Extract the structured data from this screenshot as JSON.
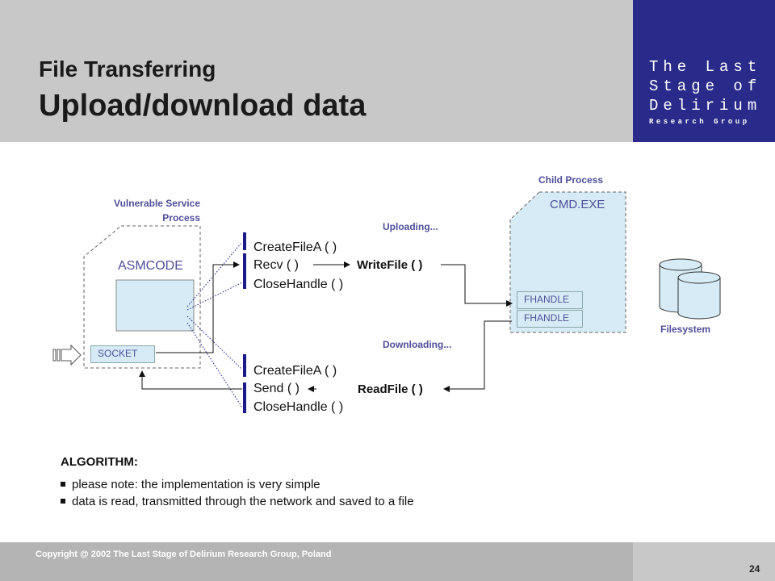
{
  "header": {
    "title_line1": "File Transferring",
    "title_line2": "Upload/download data"
  },
  "brand": {
    "line1": "The Last",
    "line2": "Stage of",
    "line3": "Delirium",
    "sub": "Research Group"
  },
  "diagram": {
    "vulnerable_label_line1": "Vulnerable Service",
    "vulnerable_label_line2": "Process",
    "asmcode": "ASMCODE",
    "socket": "SOCKET",
    "child_label": "Child Process",
    "cmd": "CMD.EXE",
    "fhandle1": "FHANDLE",
    "fhandle2": "FHANDLE",
    "filesystem": "Filesystem",
    "uploading": "Uploading...",
    "downloading": "Downloading...",
    "upload_calls": [
      "CreateFileA ( )",
      "Recv ( )",
      "CloseHandle ( )"
    ],
    "download_calls": [
      "CreateFileA ( )",
      "Send ( )",
      "CloseHandle ( )"
    ],
    "writefile": "WriteFile ( )",
    "readfile": "ReadFile ( )"
  },
  "algorithm": {
    "heading": "ALGORITHM:",
    "bullets": [
      "please note: the implementation is very simple",
      "data is read, transmitted through the network and saved to a file"
    ]
  },
  "footer": {
    "copyright": "Copyright @ 2002 The Last Stage of Delirium Research Group, Poland",
    "page": "24"
  },
  "colors": {
    "brand_bg": "#2a2a8a",
    "label": "#4f4f9a",
    "box_fill": "#d6ebf5"
  }
}
